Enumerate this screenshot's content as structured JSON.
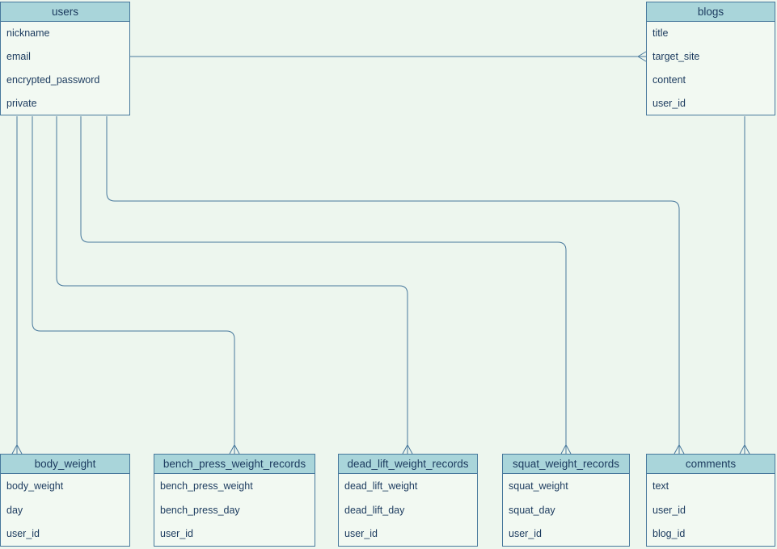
{
  "diagram": {
    "type": "entity-relationship",
    "colors": {
      "background": "#edf6ee",
      "entity_body_fill": "#f2f9f2",
      "entity_header_fill": "#a9d5da",
      "entity_border": "#47789c",
      "connector_line": "#47789c",
      "text": "#1b3a5e"
    },
    "entities": [
      {
        "id": "users",
        "title": "users",
        "fields": [
          "nickname",
          "email",
          "encrypted_password",
          "private"
        ]
      },
      {
        "id": "blogs",
        "title": "blogs",
        "fields": [
          "title",
          "target_site",
          "content",
          "user_id"
        ]
      },
      {
        "id": "body_weight",
        "title": "body_weight",
        "fields": [
          "body_weight",
          "day",
          "user_id"
        ]
      },
      {
        "id": "bench_press_weight_records",
        "title": "bench_press_weight_records",
        "fields": [
          "bench_press_weight",
          "bench_press_day",
          "user_id"
        ]
      },
      {
        "id": "dead_lift_weight_records",
        "title": "dead_lift_weight_records",
        "fields": [
          "dead_lift_weight",
          "dead_lift_day",
          "user_id"
        ]
      },
      {
        "id": "squat_weight_records",
        "title": "squat_weight_records",
        "fields": [
          "squat_weight",
          "squat_day",
          "user_id"
        ]
      },
      {
        "id": "comments",
        "title": "comments",
        "fields": [
          "text",
          "user_id",
          "blog_id"
        ]
      }
    ],
    "relationships": [
      {
        "from": "users",
        "to": "blogs",
        "cardinality": "one-to-many"
      },
      {
        "from": "users",
        "to": "body_weight",
        "cardinality": "one-to-many"
      },
      {
        "from": "users",
        "to": "bench_press_weight_records",
        "cardinality": "one-to-many"
      },
      {
        "from": "users",
        "to": "dead_lift_weight_records",
        "cardinality": "one-to-many"
      },
      {
        "from": "users",
        "to": "squat_weight_records",
        "cardinality": "one-to-many"
      },
      {
        "from": "users",
        "to": "comments",
        "cardinality": "one-to-many"
      },
      {
        "from": "blogs",
        "to": "comments",
        "cardinality": "one-to-many"
      }
    ]
  }
}
